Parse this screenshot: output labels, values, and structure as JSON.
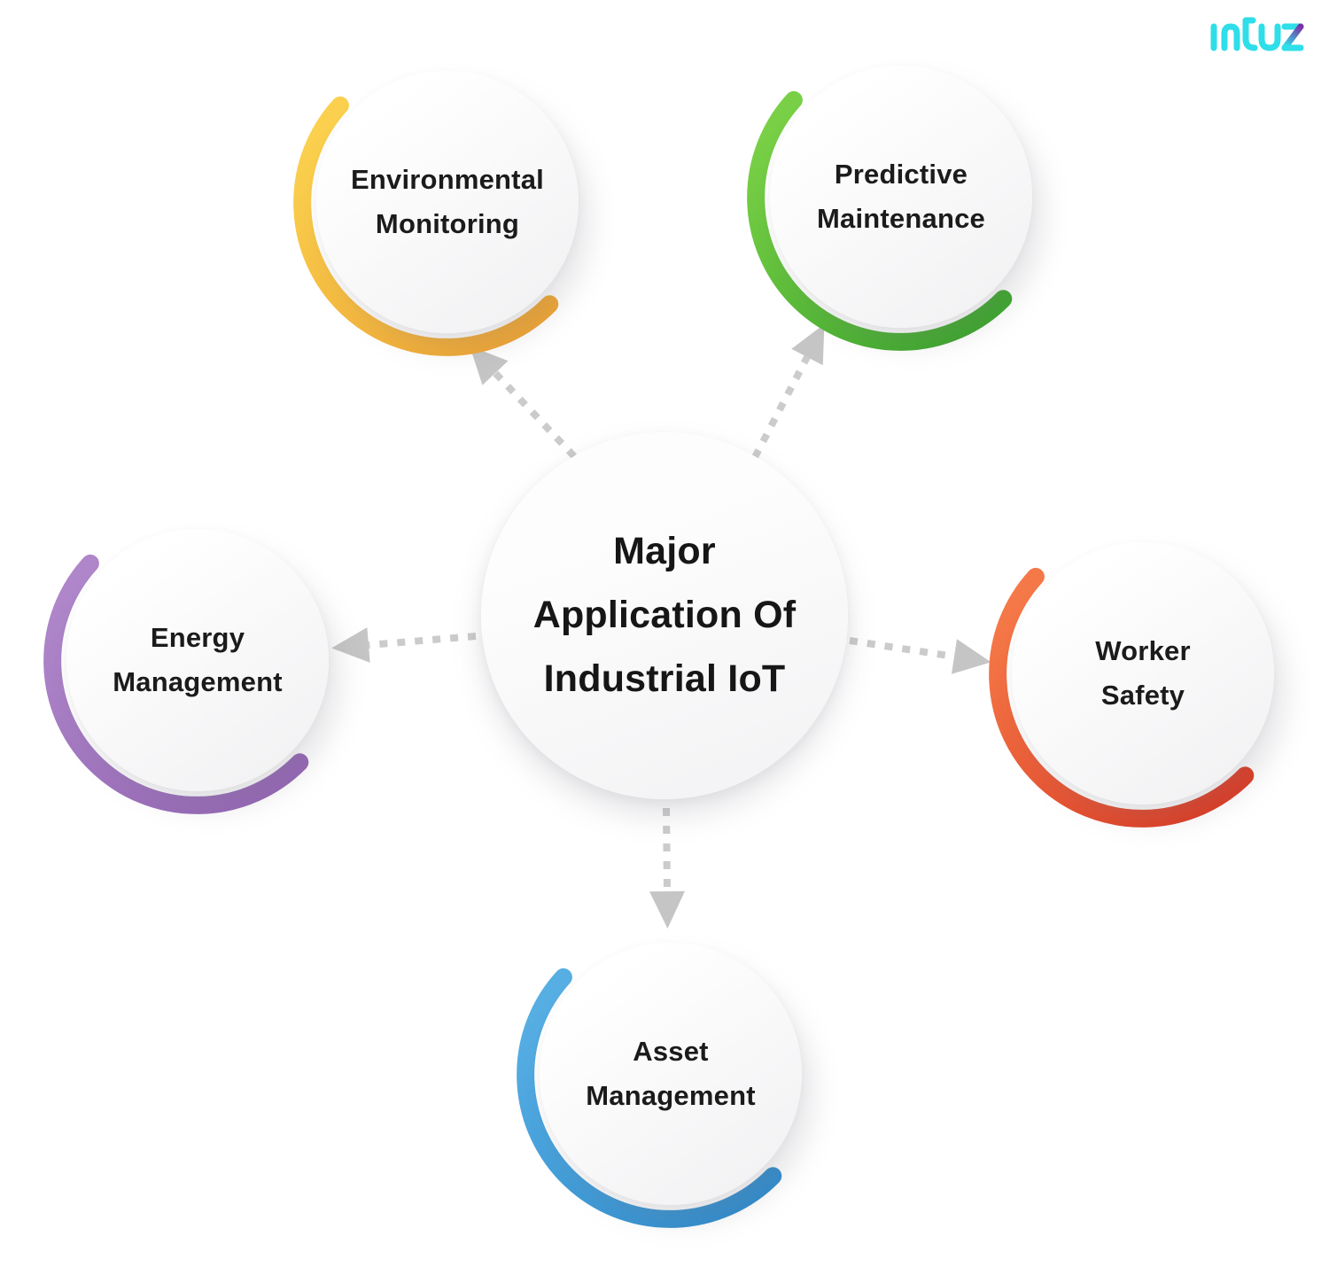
{
  "logo": {
    "text": "Intuz",
    "primary_color": "#2EDEE8",
    "accent_color": "#7C2FA6"
  },
  "center_node": {
    "line1": "Major",
    "line2": "Application Of",
    "line3": "Industrial IoT"
  },
  "nodes": [
    {
      "id": "environmental-monitoring",
      "line1": "Environmental",
      "line2": "Monitoring",
      "arc_start": "#FAD04E",
      "arc_end": "#EFA431"
    },
    {
      "id": "predictive-maintenance",
      "line1": "Predictive",
      "line2": "Maintenance",
      "arc_start": "#79D046",
      "arc_end": "#3BA52A"
    },
    {
      "id": "energy-management",
      "line1": "Energy",
      "line2": "Management",
      "arc_start": "#AE86C9",
      "arc_end": "#9465B4"
    },
    {
      "id": "worker-safety",
      "line1": "Worker",
      "line2": "Safety",
      "arc_start": "#F57948",
      "arc_end": "#DC3A22"
    },
    {
      "id": "asset-management",
      "line1": "Asset",
      "line2": "Management",
      "arc_start": "#56AEE3",
      "arc_end": "#2F8BCC"
    }
  ],
  "arrows": {
    "color": "#CBCBCB",
    "head_color": "#C5C5C5"
  }
}
